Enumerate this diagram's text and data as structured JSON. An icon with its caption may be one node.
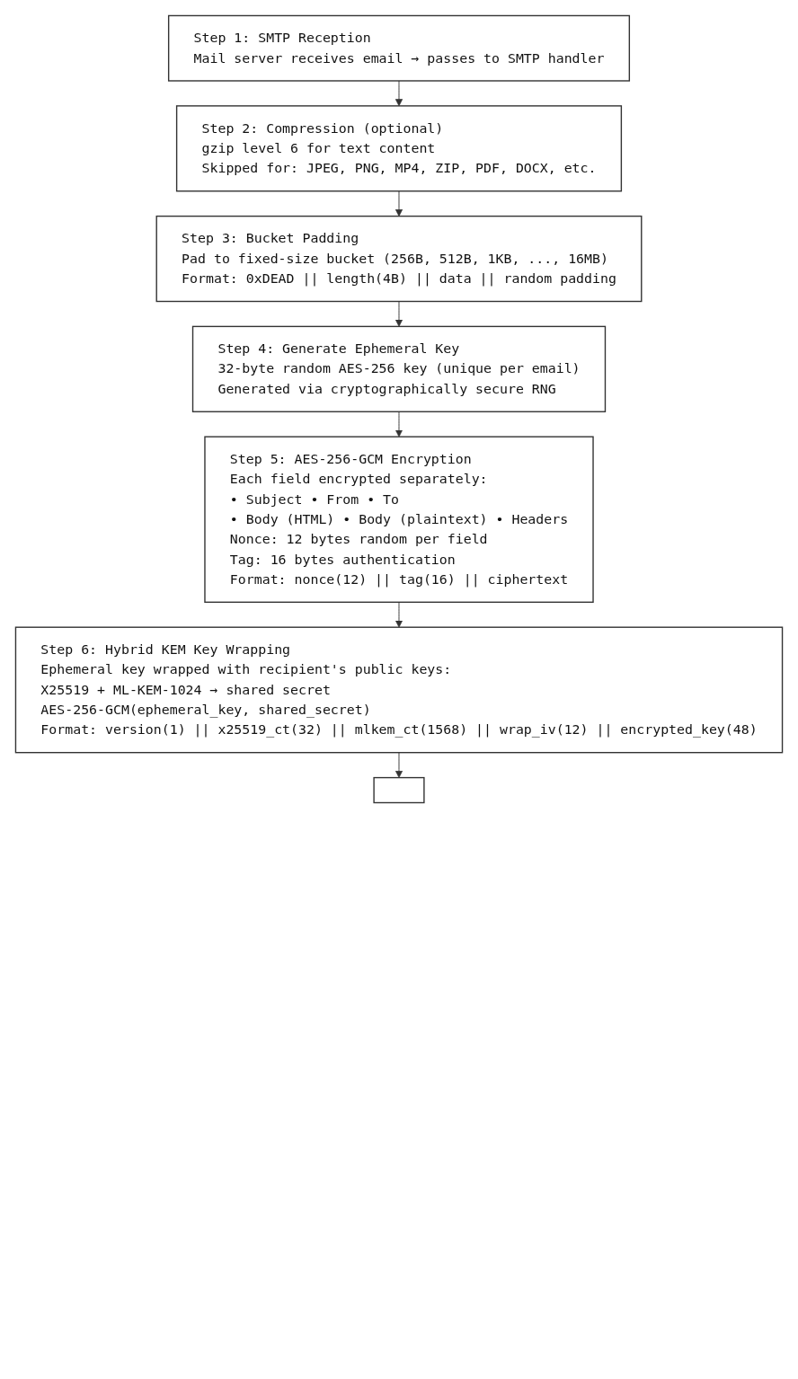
{
  "diagram": {
    "nodes": [
      {
        "text": [
          "Step 1: SMTP Reception",
          "Mail server receives email → passes to SMTP handler"
        ]
      },
      {
        "text": [
          "Step 2: Compression (optional)",
          "gzip level 6 for text content",
          "Skipped for: JPEG, PNG, MP4, ZIP, PDF, DOCX, etc."
        ]
      },
      {
        "text": [
          "Step 3: Bucket Padding",
          "Pad to fixed-size bucket (256B, 512B, 1KB, ..., 16MB)",
          "Format: 0xDEAD || length(4B) || data || random padding"
        ]
      },
      {
        "text": [
          "Step 4: Generate Ephemeral Key",
          "32-byte random AES-256 key (unique per email)",
          "Generated via cryptographically secure RNG"
        ]
      },
      {
        "text": [
          "Step 5: AES-256-GCM Encryption",
          "Each field encrypted separately:",
          "• Subject • From • To",
          "• Body (HTML) • Body (plaintext) • Headers",
          "Nonce: 12 bytes random per field",
          "Tag: 16 bytes authentication",
          "Format: nonce(12) || tag(16) || ciphertext"
        ]
      },
      {
        "text": [
          "Step 6: Hybrid KEM Key Wrapping",
          "Ephemeral key wrapped with recipient's public keys:",
          "X25519 + ML-KEM-1024 → shared secret",
          "AES-256-GCM(ephemeral_key, shared_secret)",
          "Format: version(1) || x25519_ct(32) || mlkem_ct(1568) || wrap_iv(12) || encrypted_key(48)"
        ]
      },
      {
        "text": [],
        "shape": "box"
      }
    ],
    "edges": [
      {
        "from": 0,
        "to": 1,
        "arrow": "to"
      },
      {
        "from": 1,
        "to": 2,
        "arrow": "to"
      },
      {
        "from": 2,
        "to": 3,
        "arrow": "to"
      },
      {
        "from": 3,
        "to": 4,
        "arrow": "to"
      },
      {
        "from": 4,
        "to": 5,
        "arrow": "to"
      },
      {
        "from": 5,
        "to": 6,
        "arrow": "to"
      }
    ]
  }
}
